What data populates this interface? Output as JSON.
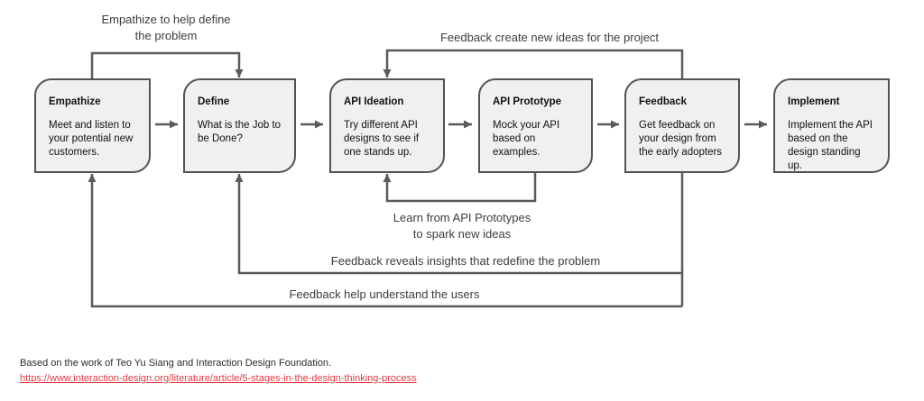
{
  "colors": {
    "line": "#5a5a5a",
    "box_fill": "#f0f0f0",
    "box_border": "#535353",
    "box_text": "#111111",
    "label_text": "#3c3c3c",
    "footer_text": "#2a2a2a",
    "link": "#e23b41",
    "background": "#ffffff"
  },
  "stages": [
    {
      "title": "Empathize",
      "description": "Meet and listen to your potential new customers."
    },
    {
      "title": "Define",
      "description": "What is the Job to be Done?"
    },
    {
      "title": "API Ideation",
      "description": "Try different API designs to see if one stands up."
    },
    {
      "title": "API Prototype",
      "description": "Mock your API based on examples."
    },
    {
      "title": "Feedback",
      "description": "Get feedback on your design from the early adopters"
    },
    {
      "title": "Implement",
      "description": "Implement the API based on the design standing up."
    }
  ],
  "flow_labels": {
    "empathize_to_define": "Empathize to help define\nthe problem",
    "feedback_to_ideation": "Feedback create new ideas for the project",
    "prototype_to_ideation": "Learn from API Prototypes\nto spark new ideas",
    "feedback_to_define": "Feedback reveals insights that redefine the problem",
    "feedback_to_empathize": "Feedback help understand the users"
  },
  "footer": {
    "credit": "Based on the work of Teo Yu Siang and Interaction Design Foundation.",
    "link": "https://www.interaction-design.org/literature/article/5-stages-in-the-design-thinking-process"
  }
}
